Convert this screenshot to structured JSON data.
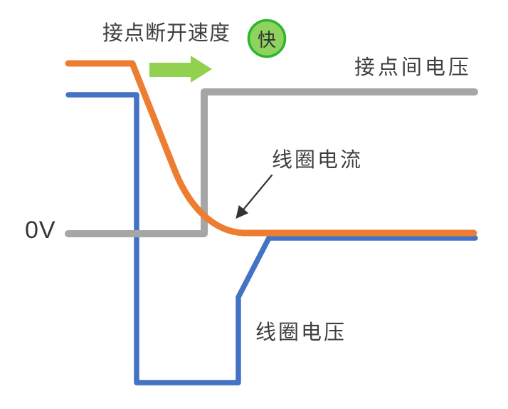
{
  "diagram": {
    "title": "接点断开速度",
    "badge": "快",
    "zero_reference": "0V",
    "labels": {
      "contact_voltage": "接点间电压",
      "coil_current": "线圈电流",
      "coil_voltage": "线圈电压"
    },
    "colors": {
      "coil_current": "#ED7D31",
      "coil_voltage": "#4472C4",
      "contact_voltage": "#A6A6A6",
      "speed_arrow": "#92D050",
      "badge_fill": "#8FD35F",
      "badge_border": "#2DB52D",
      "annotation_arrow": "#333333",
      "text": "#3F3F3F"
    },
    "series": [
      {
        "name": "接点间电压",
        "color": "#A6A6A6",
        "behavior": "at 0V while contact closed, steps up to high level when contact opens"
      },
      {
        "name": "线圈电流",
        "color": "#ED7D31",
        "behavior": "high level, then decays rapidly down to 0V and stays flat"
      },
      {
        "name": "线圈电压",
        "color": "#4472C4",
        "behavior": "high level, sharp negative spike when switched off, then recovers to 0V"
      }
    ]
  }
}
